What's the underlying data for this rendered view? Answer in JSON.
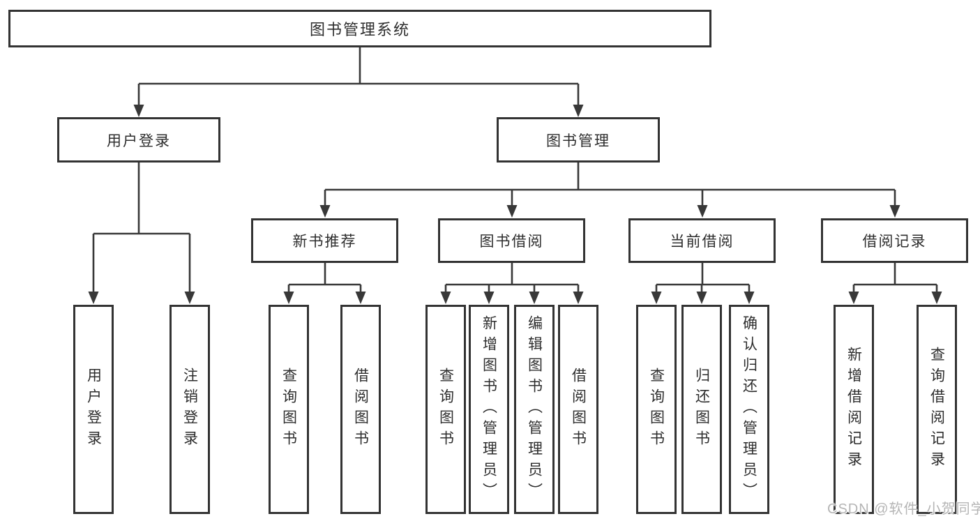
{
  "diagram": {
    "tree": {
      "label": "图书管理系统",
      "children": [
        {
          "label": "用户登录",
          "children": [
            {
              "label": "用户登录"
            },
            {
              "label": "注销登录"
            }
          ]
        },
        {
          "label": "图书管理",
          "children": [
            {
              "label": "新书推荐",
              "children": [
                {
                  "label": "查询图书"
                },
                {
                  "label": "借阅图书"
                }
              ]
            },
            {
              "label": "图书借阅",
              "children": [
                {
                  "label": "查询图书"
                },
                {
                  "label": "新增图书（管理员）"
                },
                {
                  "label": "编辑图书（管理员）"
                },
                {
                  "label": "借阅图书"
                }
              ]
            },
            {
              "label": "当前借阅",
              "children": [
                {
                  "label": "查询图书"
                },
                {
                  "label": "归还图书"
                },
                {
                  "label": "确认归还（管理员）"
                }
              ]
            },
            {
              "label": "借阅记录",
              "children": [
                {
                  "label": "新增借阅记录"
                },
                {
                  "label": "查询借阅记录"
                }
              ]
            }
          ]
        }
      ]
    },
    "colors": {
      "line": "#383838",
      "box_border": "#333333",
      "box_fill": "#ffffff",
      "text": "#2d2d2d",
      "watermark": "#b5b5b5"
    }
  },
  "watermark": {
    "text": "CSDN @软件_小贺同学"
  }
}
